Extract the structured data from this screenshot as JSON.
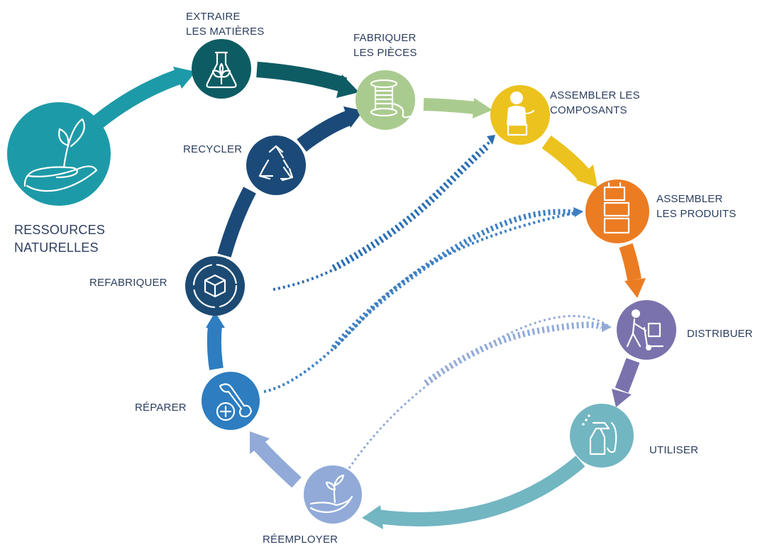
{
  "nodes": {
    "ressources": {
      "line1": "RESSOURCES",
      "line2": "NATURELLES",
      "color": "#1d9aa8"
    },
    "extraire": {
      "line1": "EXTRAIRE",
      "line2": "LES MATIÈRES",
      "color": "#0e5c63"
    },
    "fabriquer": {
      "line1": "FABRIQUER",
      "line2": "LES PIÈCES",
      "color": "#aacb8f"
    },
    "assembler_composants": {
      "line1": "ASSEMBLER LES",
      "line2": "COMPOSANTS",
      "color": "#ecc21e"
    },
    "assembler_produits": {
      "line1": "ASSEMBLER",
      "line2": "LES PRODUITS",
      "color": "#ec7c22"
    },
    "distribuer": {
      "line1": "DISTRIBUER",
      "color": "#7a72ac"
    },
    "utiliser": {
      "line1": "UTILISER",
      "color": "#72b6c2"
    },
    "reemployer": {
      "line1": "RÉEMPLOYER",
      "color": "#91aad8"
    },
    "reparer": {
      "line1": "RÉPARER",
      "color": "#2d7dc0"
    },
    "refabriquer": {
      "line1": "REFABRIQUER",
      "color": "#1c4a72"
    },
    "recycler": {
      "line1": "RECYCLER",
      "color": "#1b4a78"
    }
  },
  "icons": {
    "ressources": "hand-sprout-icon",
    "extraire": "flask-leaf-icon",
    "fabriquer": "spool-icon",
    "assembler_composants": "worker-icon",
    "assembler_produits": "boxes-icon",
    "distribuer": "hand-truck-icon",
    "utiliser": "spray-bottle-icon",
    "reemployer": "hand-plant-icon",
    "reparer": "wrench-plus-icon",
    "refabriquer": "cube-cycle-icon",
    "recycler": "recycle-icon"
  }
}
